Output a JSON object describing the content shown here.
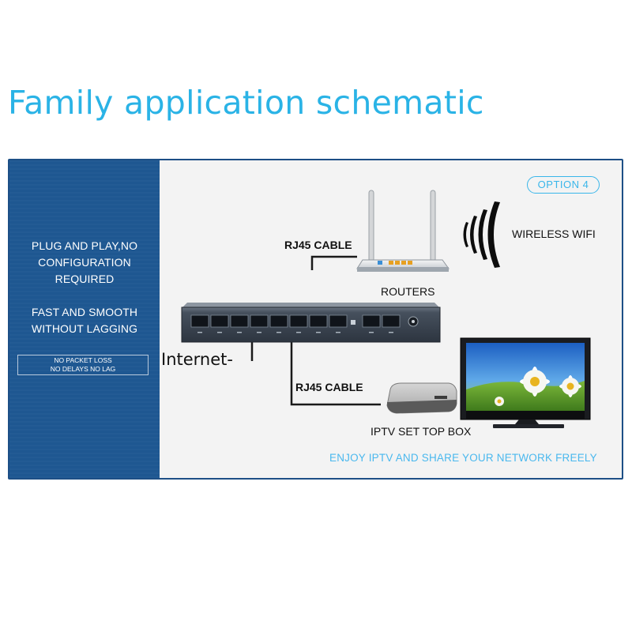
{
  "title": "Family application schematic",
  "left_panel": {
    "feature_1": [
      "PLUG AND PLAY,NO",
      "CONFIGURATION REQUIRED"
    ],
    "feature_2": [
      "FAST AND SMOOTH",
      "WITHOUT LAGGING"
    ],
    "badge": [
      "NO PACKET LOSS",
      "NO DELAYS NO LAG"
    ]
  },
  "diagram": {
    "option": "OPTION 4",
    "router_cable": "RJ45 CABLE",
    "router": "ROUTERS",
    "wifi": "WIRELESS WIFI",
    "internet": "Internet-",
    "stb_cable": "RJ45 CABLE",
    "stb": "IPTV SET TOP BOX",
    "footer": "ENJOY IPTV AND SHARE YOUR NETWORK FREELY"
  },
  "colors": {
    "title": "#2ab3e6",
    "left_panel": "#1e5791",
    "accent": "#4ab8ee"
  },
  "icons": [
    "router-icon",
    "wifi-signal-icon",
    "network-switch-icon",
    "set-top-box-icon",
    "tv-icon"
  ]
}
